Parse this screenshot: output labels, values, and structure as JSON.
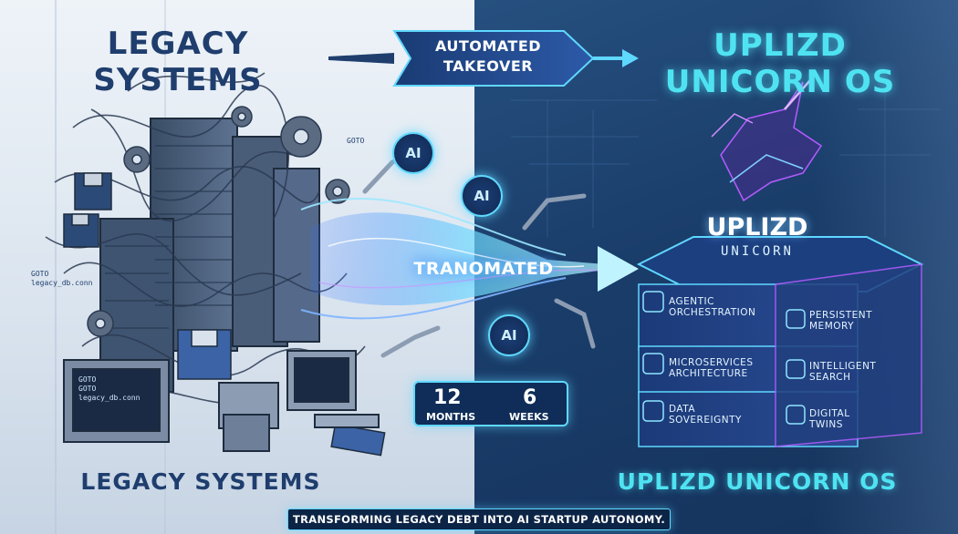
{
  "left": {
    "title": "LEGACY SYSTEMS",
    "footer": "LEGACY SYSTEMS",
    "code_snippets": [
      "GOTO\nlegacy_db.conn",
      "GOTO\nGOTO\nlegacy_db.conn",
      "GOTO"
    ]
  },
  "banner": {
    "text": "AUTOMATED\nTAKEOVER"
  },
  "flow": {
    "label": "TRANOMATED",
    "ai_badges": [
      "AI",
      "AI",
      "AI"
    ]
  },
  "timeline": {
    "from_value": "12",
    "from_unit": "MONTHS",
    "to_value": "6",
    "to_unit": "WEEKS"
  },
  "right": {
    "title": "UPLIZD\nUNICORN OS",
    "footer": "UPLIZD UNICORN OS",
    "stack_title": "UPLIZD",
    "stack_subtitle": "UNICORN",
    "tiers": [
      {
        "left": "AGENTIC\nORCHESTRATION",
        "right": "PERSISTENT\nMEMORY"
      },
      {
        "left": "MICROSERVICES\nARCHITECTURE",
        "right": "INTELLIGENT\nSEARCH"
      },
      {
        "left": "DATA\nSOVEREIGNTY",
        "right": "DIGITAL\nTWINS"
      }
    ]
  },
  "tagline": "TRANSFORMING LEGACY DEBT INTO AI STARTUP AUTONOMY.",
  "colors": {
    "legacy_navy": "#1f3e6e",
    "neon_cyan": "#4fe3f2",
    "panel_dark": "#0f2d58",
    "accent_purple": "#b45cff"
  }
}
